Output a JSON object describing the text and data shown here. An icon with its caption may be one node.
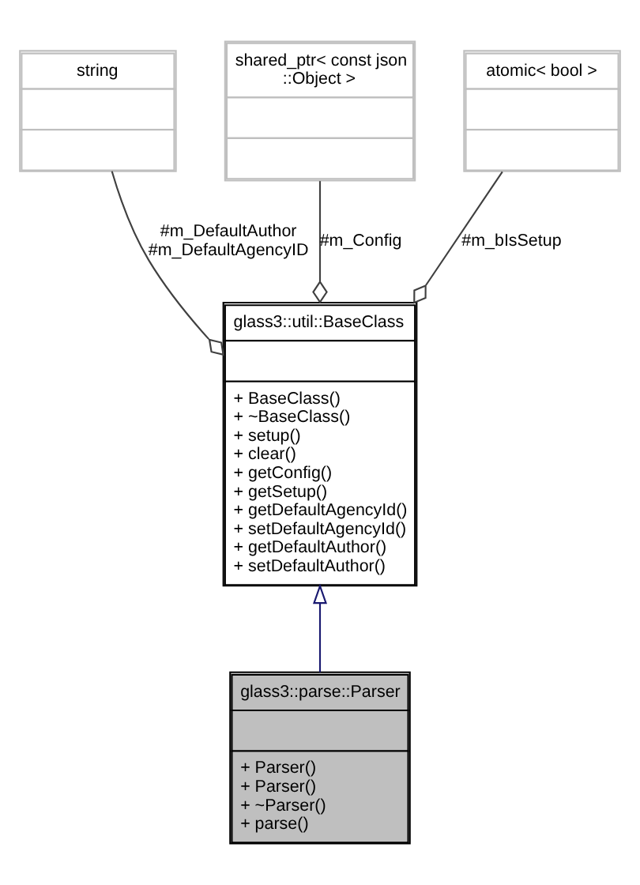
{
  "diagram": {
    "nodes": [
      {
        "text": [
          "string"
        ]
      },
      {
        "text": [
          "shared_ptr< const json ::Object >"
        ]
      },
      {
        "text": [
          "atomic< bool >"
        ]
      },
      {
        "text": [
          "glass3::util::BaseClass",
          "+ BaseClass()",
          "+ ~BaseClass()",
          "+ setup()",
          "+ clear()",
          "+ getConfig()",
          "+ getSetup()",
          "+ getDefaultAgencyId()",
          "+ setDefaultAgencyId()",
          "+ getDefaultAuthor()",
          "+ setDefaultAuthor()"
        ]
      },
      {
        "text": [
          "glass3::parse::Parser",
          "+ Parser()",
          "+ Parser()",
          "+ ~Parser()",
          "+ parse()"
        ]
      }
    ],
    "edges": [
      {
        "from": 0,
        "to": 3,
        "arrow": "other",
        "label": "#m_DefaultAuthor #m_DefaultAgencyID",
        "color": "#404040"
      },
      {
        "from": 1,
        "to": 3,
        "arrow": "other",
        "label": "#m_Config",
        "color": "#404040"
      },
      {
        "from": 2,
        "to": 3,
        "arrow": "other",
        "label": "#m_bIsSetup",
        "color": "#404040"
      },
      {
        "from": 4,
        "to": 3,
        "arrow": "to",
        "color": "#191970"
      }
    ]
  }
}
